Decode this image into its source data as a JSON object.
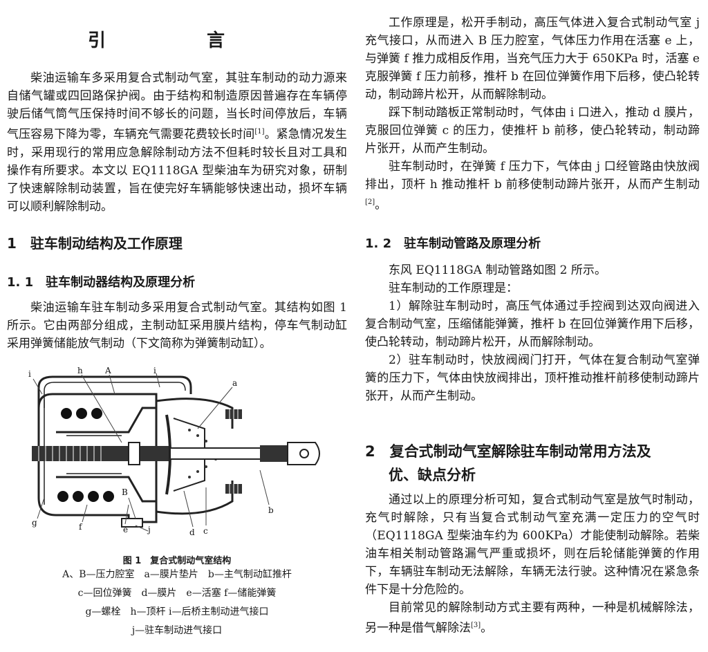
{
  "intro": {
    "title": "引　言",
    "p1": "柴油运输车多采用复合式制动气室，其驻车制动的动力源来自储气罐或四回路保护阀。由于结构和制造原因普遍存在车辆停驶后储气筒气压保持时间不够长的问题，当长时间停放后，车辆气压容易下降为零，车辆充气需要花费较长时间",
    "p1_ref": "[1]",
    "p1_rest": "。紧急情况发生时，采用现行的常用应急解除制动方法不但耗时较长且对工具和操作有所要求。本文以 EQ1118GA 型柴油车为研究对象，研制了快速解除制动装置，旨在使完好车辆能够快速出动，损坏车辆可以顺利解除制动。"
  },
  "sec1": {
    "title": "1　驻车制动结构及工作原理"
  },
  "sec11": {
    "title": "1. 1　驻车制动器结构及原理分析",
    "p1": "柴油运输车驻车制动多采用复合式制动气室。其结构如图 1 所示。它由两部分组成，主制动缸采用膜片结构，停车气制动缸采用弹簧储能放气制动（下文简称为弹簧制动缸）。"
  },
  "figure1": {
    "labels": [
      "i",
      "h",
      "A",
      "i",
      "a",
      "B",
      "j",
      "g",
      "f",
      "e",
      "d",
      "c",
      "b"
    ],
    "caption": "图 1　复合式制动气室结构",
    "legend": [
      "A、B—压力腔室　a—膜片垫片　b—主气制动缸推杆",
      "c—回位弹簧　d—膜片　e—活塞 f—储能弹簧",
      "g—螺栓　h—顶杆 i—后桥主制动进气接口",
      "j—驻车制动进气接口"
    ]
  },
  "right": {
    "p1": "工作原理是，松开手制动，高压气体进入复合式制动气室 j 充气接口，从而进入 B 压力腔室，气体压力作用在活塞 e 上，与弹簧 f 推力成相反作用，当充气压力大于 650KPa 时，活塞 e 克服弹簧 f 压力前移，推杆 b 在回位弹簧作用下后移，使凸轮转动，制动蹄片松开，从而解除制动。",
    "p2": "踩下制动踏板正常制动时，气体由 i 口进入，推动 d 膜片，克服回位弹簧 c 的压力，使推杆 b 前移，使凸轮转动，制动蹄片张开，从而产生制动。",
    "p3": "驻车制动时，在弹簧 f 压力下，气体由 j 口经管路由快放阀排出，顶杆 h 推动推杆 b 前移使制动蹄片张开，从而产生制动",
    "p3_ref": "[2]",
    "p3_end": "。"
  },
  "sec12": {
    "title": "1. 2　驻车制动管路及原理分析",
    "p1": "东风 EQ1118GA 制动管路如图 2 所示。",
    "p2": "驻车制动的工作原理是：",
    "p3": "1）解除驻车制动时，高压气体通过手控阀到达双向阀进入复合制动气室，压缩储能弹簧，推杆 b 在回位弹簧作用下后移，使凸轮转动，制动蹄片松开，从而解除制动。",
    "p4": "2）驻车制动时，快放阀阀门打开，气体在复合制动气室弹簧的压力下，气体由快放阀排出，顶杆推动推杆前移使制动蹄片张开，从而产生制动。"
  },
  "sec2": {
    "title_line1": "2　复合式制动气室解除驻车制动常用方法及",
    "title_line2": "优、缺点分析",
    "p1": "通过以上的原理分析可知，复合式制动气室是放气时制动，充气时解除，只有当复合式制动气室充满一定压力的空气时（EQ1118GA 型柴油车约为 600KPa）才能使制动解除。若柴油车相关制动管路漏气严重或损坏，则在后轮储能弹簧的作用下，车辆驻车制动无法解除，车辆无法行驶。这种情况在紧急条件下是十分危险的。",
    "p2": "目前常见的解除制动方式主要有两种，一种是机械解除法，另一种是借气解除法",
    "p2_ref": "[3]",
    "p2_end": "。"
  }
}
